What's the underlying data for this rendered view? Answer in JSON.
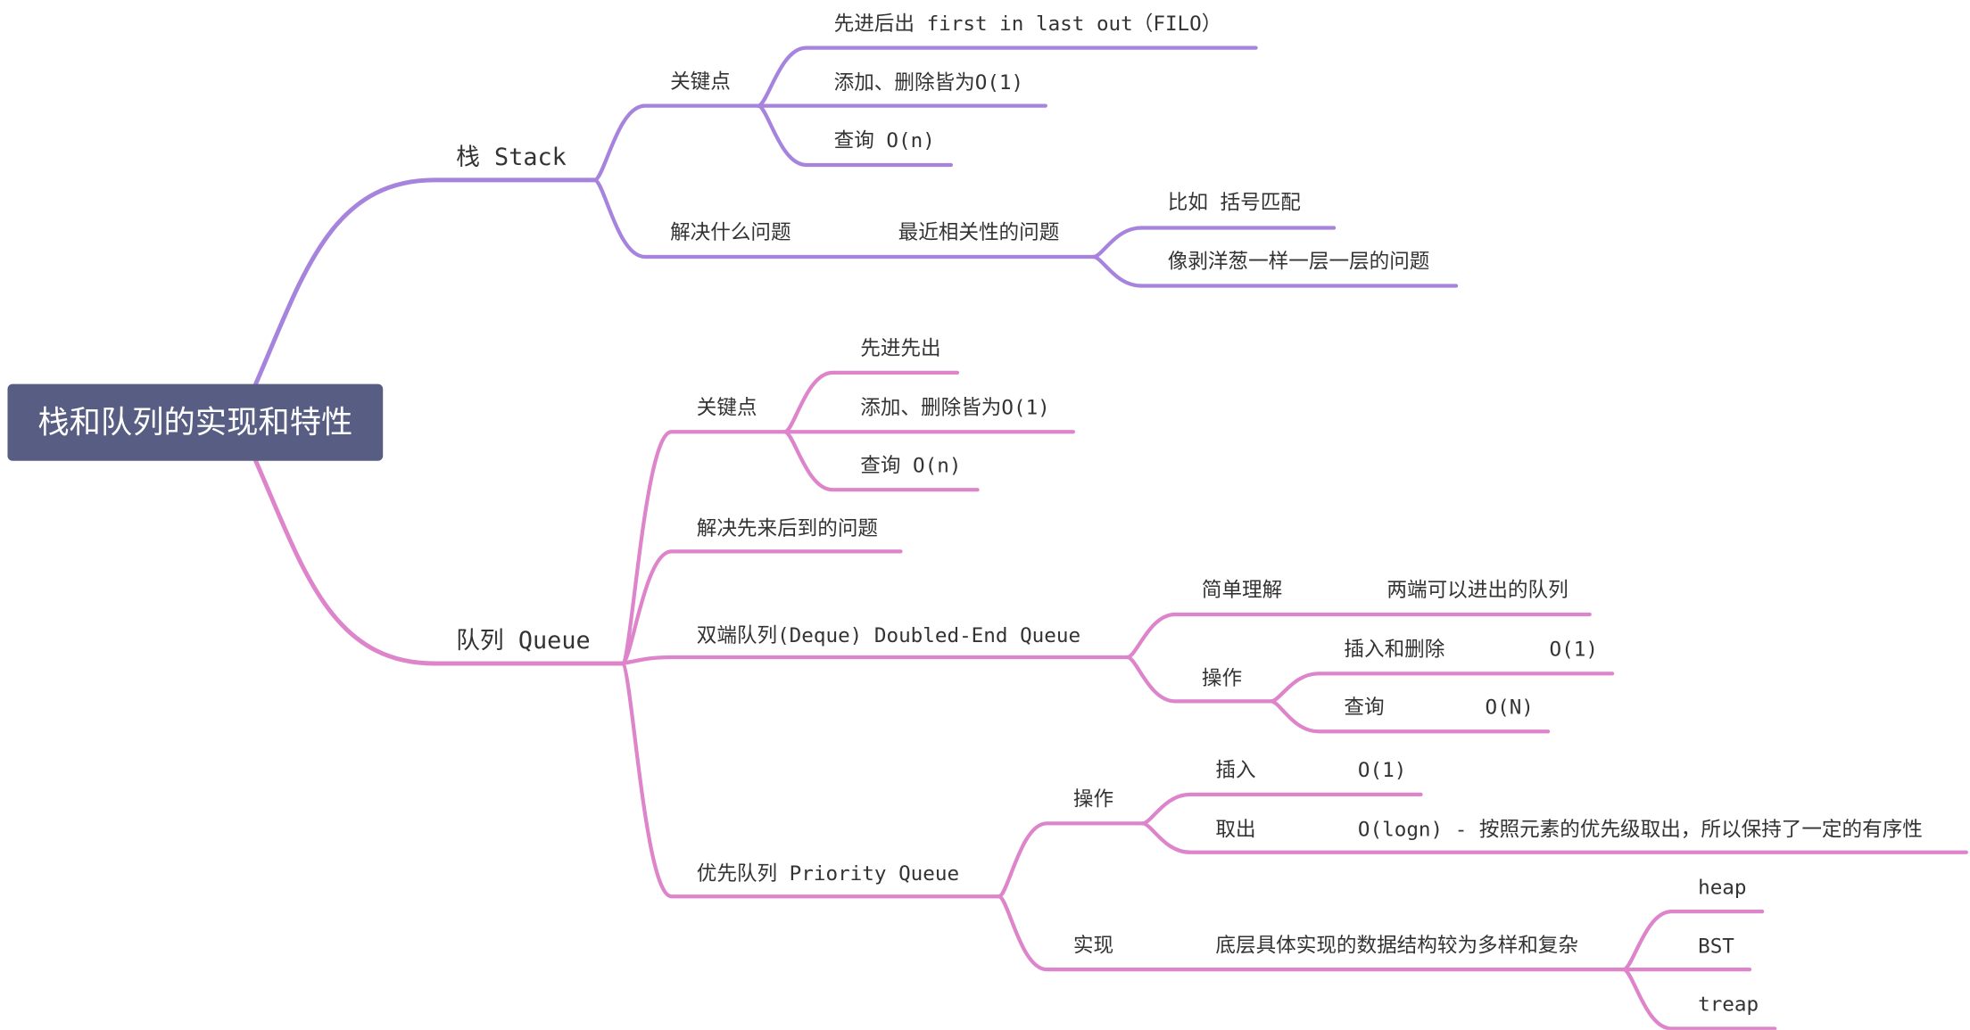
{
  "colors": {
    "stack_branch": "#a684dd",
    "queue_branch": "#dd84cb",
    "root_bg": "#585d83",
    "text": "#333333"
  },
  "root": {
    "title": "栈和队列的实现和特性"
  },
  "stack": {
    "label": "栈 Stack",
    "key_points": {
      "label": "关键点",
      "items": [
        "先进后出 first in last out（FILO）",
        "添加、删除皆为O(1)",
        "查询 O(n)"
      ]
    },
    "solves": {
      "label": "解决什么问题",
      "answer": "最近相关性的问题",
      "examples": [
        "比如 括号匹配",
        "像剥洋葱一样一层一层的问题"
      ]
    }
  },
  "queue": {
    "label": "队列 Queue",
    "key_points": {
      "label": "关键点",
      "items": [
        "先进先出",
        "添加、删除皆为O(1)",
        "查询 O(n)"
      ]
    },
    "solves": {
      "label": "解决先来后到的问题"
    },
    "deque": {
      "label": "双端队列(Deque) Doubled-End Queue",
      "simple": {
        "label": "简单理解",
        "value": "两端可以进出的队列"
      },
      "ops": {
        "label": "操作",
        "insert_delete": {
          "label": "插入和删除",
          "value": "O(1)"
        },
        "query": {
          "label": "查询",
          "value": "O(N)"
        }
      }
    },
    "priority": {
      "label": "优先队列 Priority Queue",
      "ops": {
        "label": "操作",
        "insert": {
          "label": "插入",
          "value": "O(1)"
        },
        "take": {
          "label": "取出",
          "value": "O(logn) - 按照元素的优先级取出，所以保持了一定的有序性"
        }
      },
      "impl": {
        "label": "实现",
        "desc": "底层具体实现的数据结构较为多样和复杂",
        "items": [
          "heap",
          "BST",
          "treap"
        ]
      }
    }
  }
}
